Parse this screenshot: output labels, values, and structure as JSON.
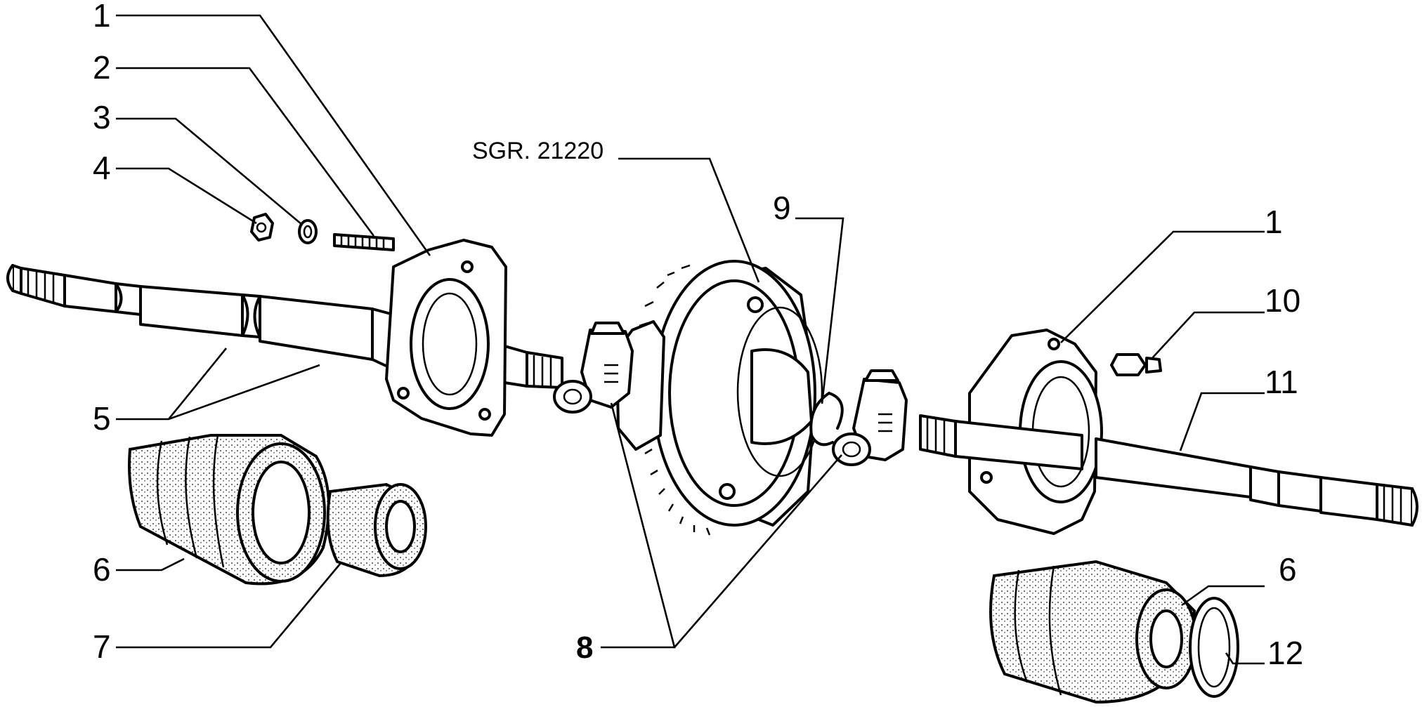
{
  "diagram": {
    "reference": "SGR. 21220",
    "callouts": [
      {
        "id": "c1a",
        "label": "1"
      },
      {
        "id": "c2",
        "label": "2"
      },
      {
        "id": "c3",
        "label": "3"
      },
      {
        "id": "c4",
        "label": "4"
      },
      {
        "id": "c5",
        "label": "5"
      },
      {
        "id": "c6a",
        "label": "6"
      },
      {
        "id": "c7",
        "label": "7"
      },
      {
        "id": "c8",
        "label": "8"
      },
      {
        "id": "c9",
        "label": "9"
      },
      {
        "id": "c1b",
        "label": "1"
      },
      {
        "id": "c10",
        "label": "10"
      },
      {
        "id": "c11",
        "label": "11"
      },
      {
        "id": "c6b",
        "label": "6"
      },
      {
        "id": "c12",
        "label": "12"
      }
    ]
  }
}
